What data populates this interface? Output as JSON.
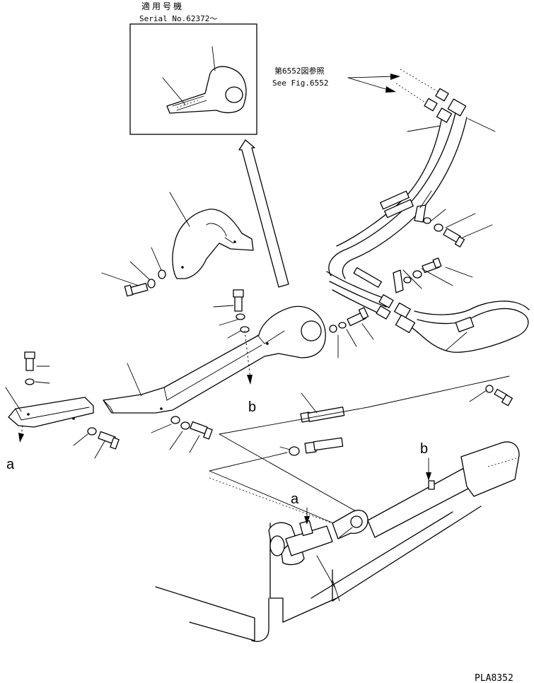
{
  "inset": {
    "applicability_label": "適用号機",
    "serial_label": "Serial No.62372～"
  },
  "reference": {
    "jp": "第6552図参照",
    "en": "See Fig.6552"
  },
  "callouts": {
    "a_left": "a",
    "b_left": "b",
    "a_right": "a",
    "b_right": "b"
  },
  "drawing_code": "PLA8352"
}
